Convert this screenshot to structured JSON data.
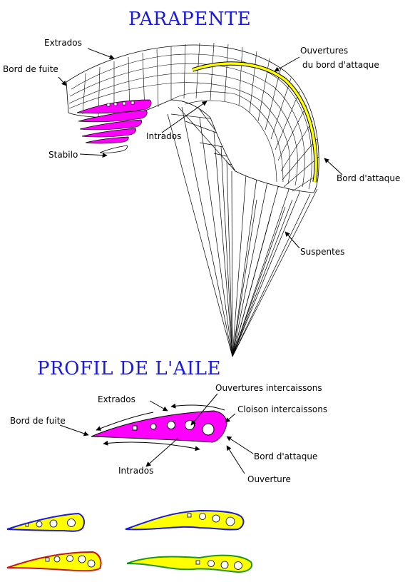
{
  "titles": {
    "paraglider": "PARAPENTE",
    "wing_profile": "PROFIL DE L'AILE"
  },
  "paraglider_labels": {
    "extrados": "Extrados",
    "trailing_edge": "Bord de fuite",
    "leading_edge_openings_1": "Ouvertures",
    "leading_edge_openings_2": "du bord  d'attaque",
    "intrados": "Intrados",
    "stabilo": "Stabilo",
    "leading_edge": "Bord d'attaque",
    "lines": "Suspentes"
  },
  "profile_labels": {
    "extrados": "Extrados",
    "trailing_edge": "Bord de fuite",
    "cell_openings": "Ouvertures intercaissons",
    "rib": "Cloison intercaissons",
    "leading_edge": "Bord d'attaque",
    "intrados": "Intrados",
    "opening": "Ouverture"
  },
  "colors": {
    "title": "#1c1cd6",
    "magenta": "#ff00ff",
    "yellow": "#ffff00",
    "blue_outline": "#1c1cd6",
    "red_outline": "#c81414",
    "green_outline": "#1e961e"
  }
}
